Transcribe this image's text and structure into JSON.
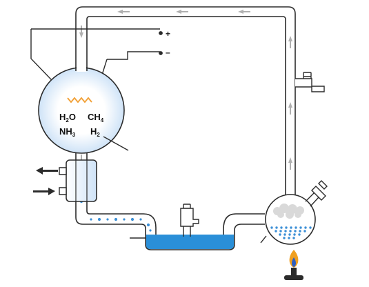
{
  "electrodes": {
    "positive": "+",
    "negative": "–"
  },
  "gases": [
    {
      "symbol": "H",
      "subscript": "2",
      "suffix": "O"
    },
    {
      "symbol": "CH",
      "subscript": "4",
      "suffix": ""
    },
    {
      "symbol": "NH",
      "subscript": "3",
      "suffix": ""
    },
    {
      "symbol": "H",
      "subscript": "2",
      "suffix": ""
    }
  ],
  "colors": {
    "tube": "#2b2b2b",
    "water": "#2a8fd8",
    "bubbles": "#3b8fd6",
    "spark": "#f2a23a",
    "flow_arrows": "#b0b0b0",
    "flask_glow": "#cfe3f7",
    "condenser_fill": "#cfe3f7",
    "flame_outer": "#f0a020",
    "flame_inner": "#2f5fc0",
    "burner": "#2b2b2b"
  },
  "icons": {
    "flow_arrow": "arrow-left-icon",
    "condenser_arrow_out": "arrow-left-icon",
    "condenser_arrow_in": "arrow-right-icon",
    "flame": "flame-icon",
    "stopcock": "stopcock-icon"
  }
}
